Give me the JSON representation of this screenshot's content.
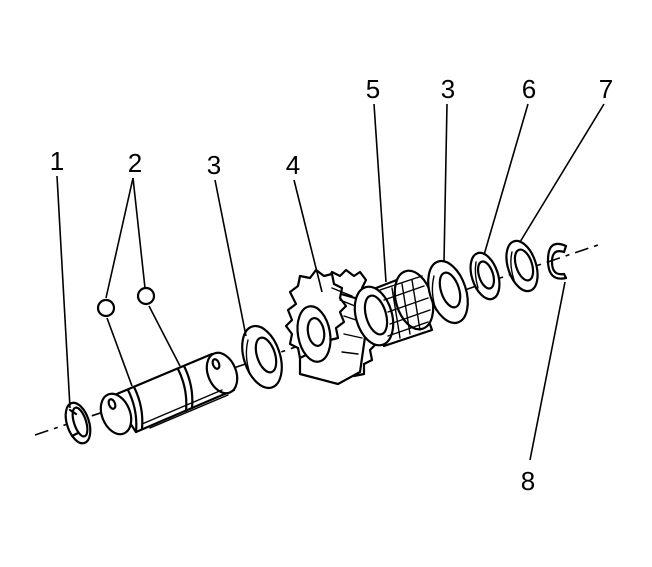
{
  "callouts": {
    "c1": "1",
    "c2": "2",
    "c3a": "3",
    "c4": "4",
    "c5": "5",
    "c3b": "3",
    "c6": "6",
    "c7": "7",
    "c8": "8"
  }
}
